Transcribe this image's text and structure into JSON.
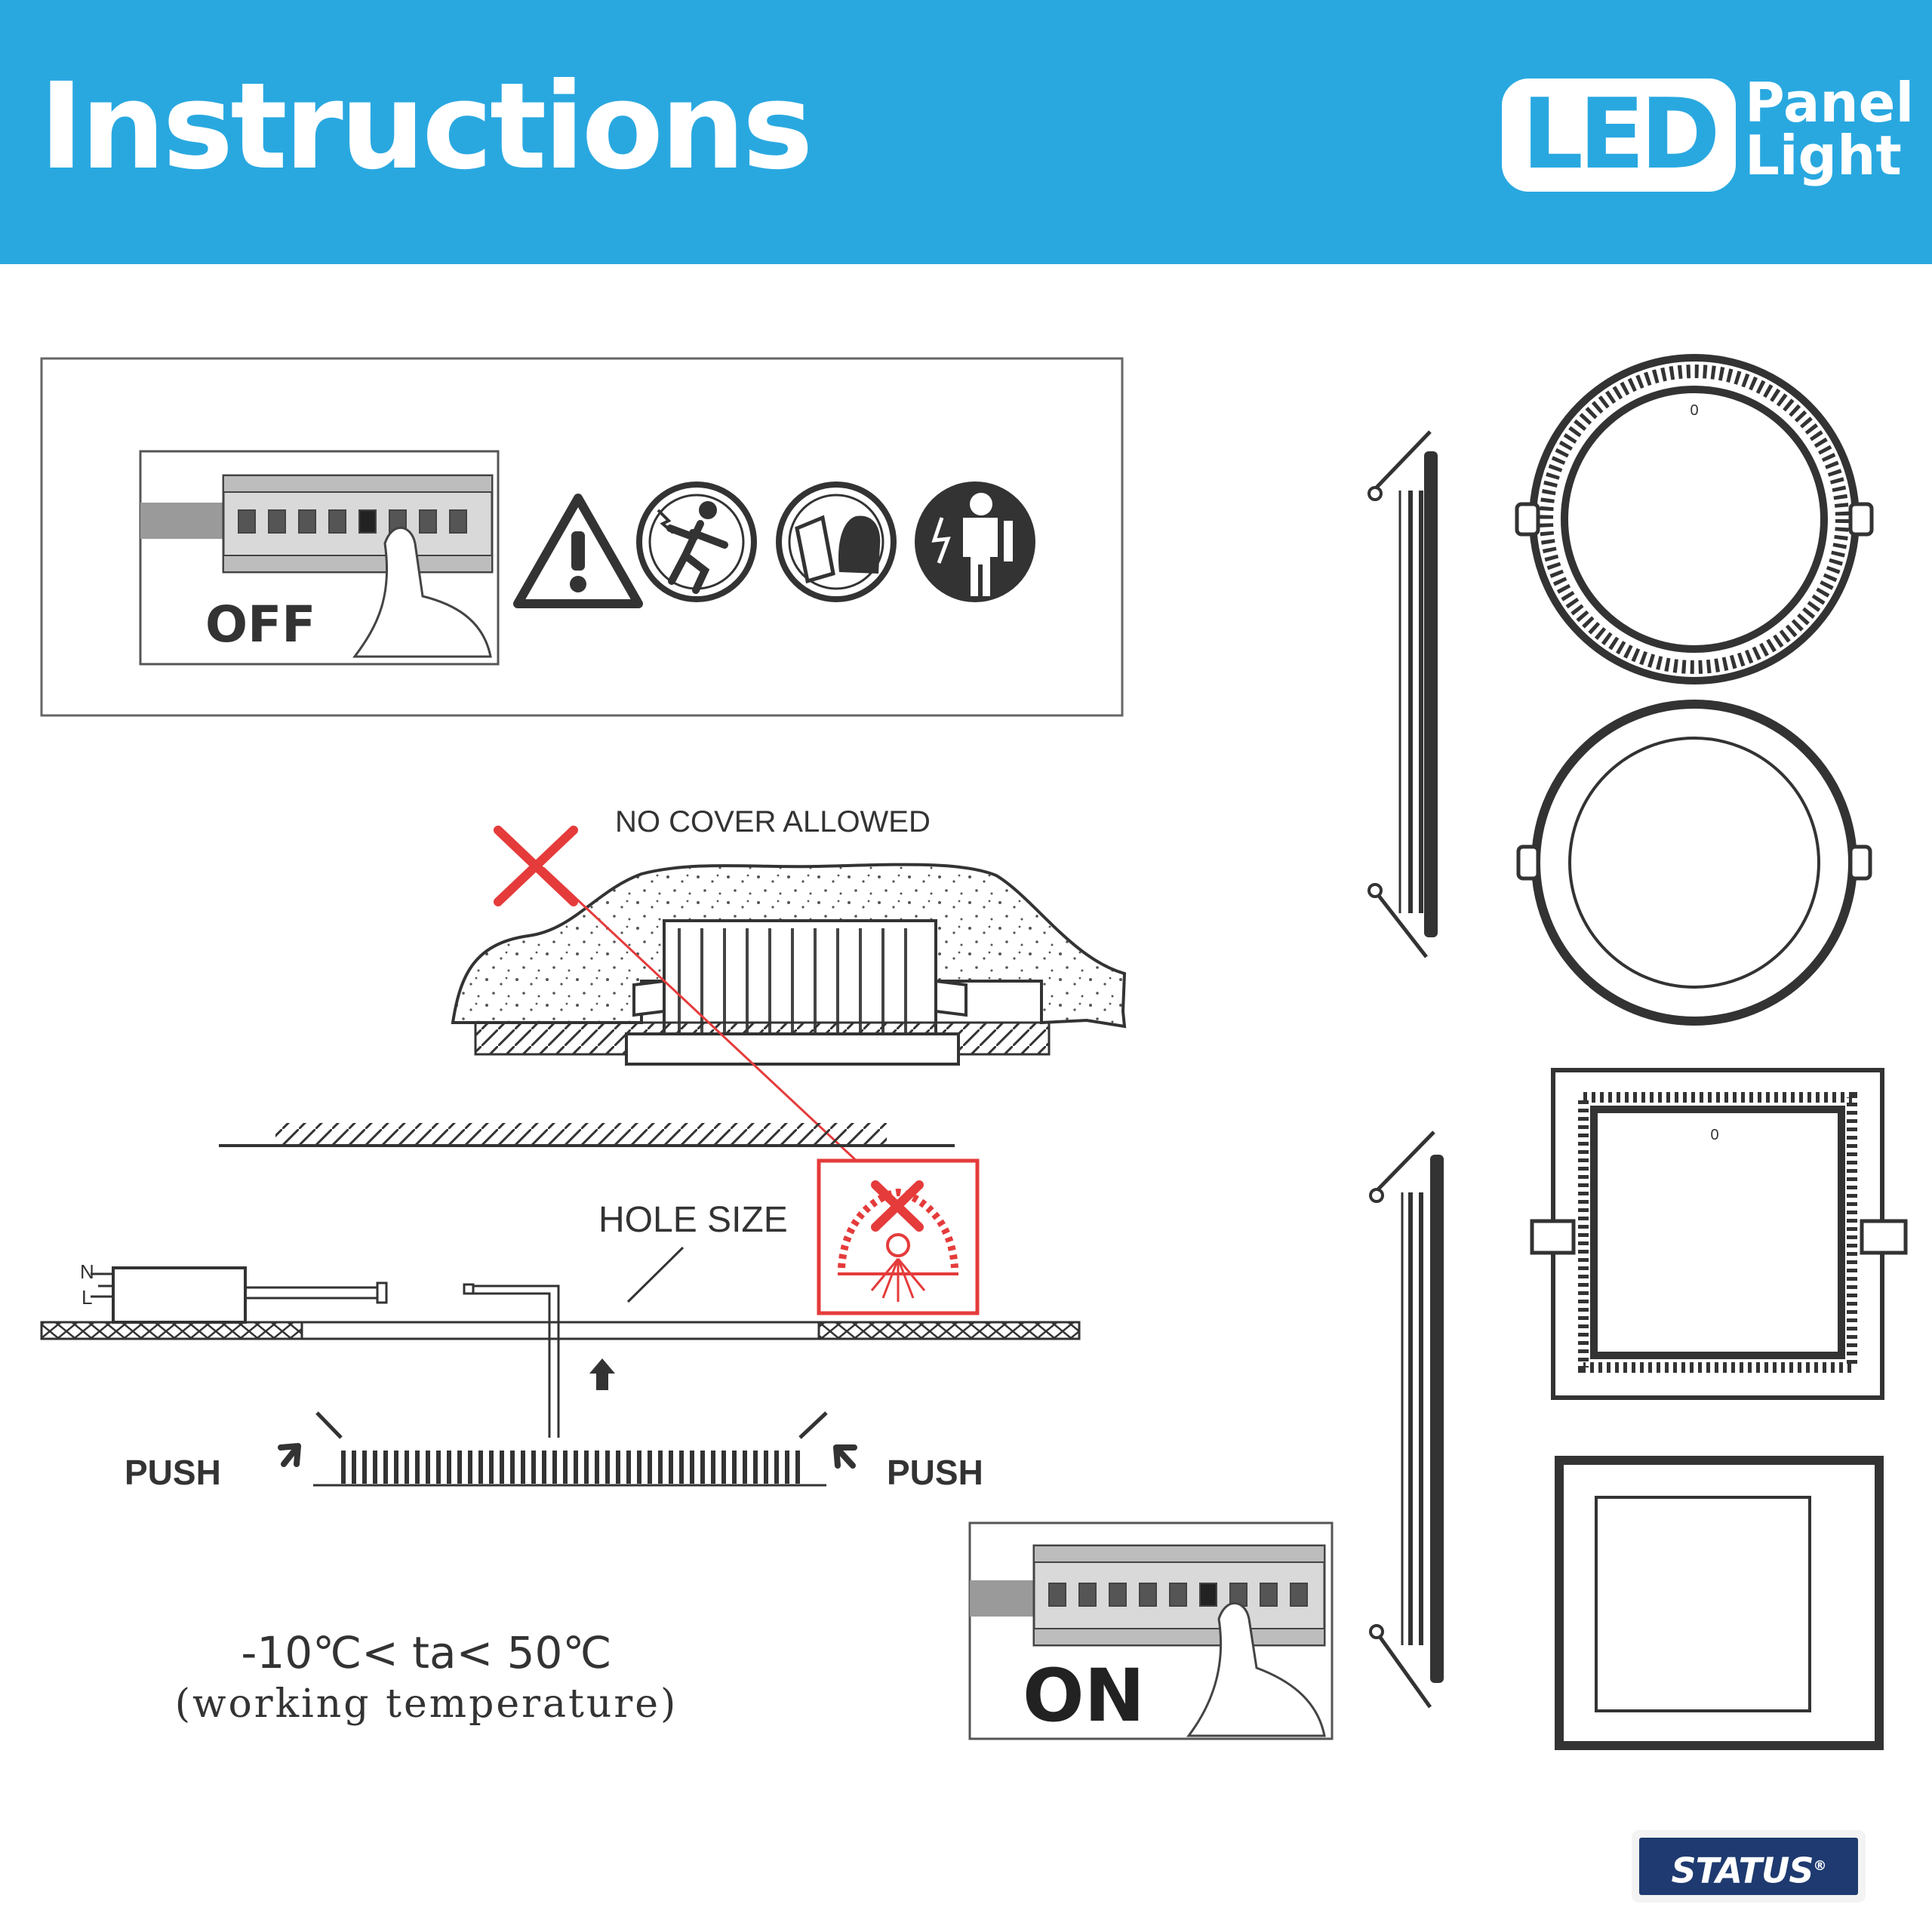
{
  "header": {
    "title": "Instructions",
    "logo_led": "LED",
    "logo_panel": "Panel",
    "logo_light": "Light"
  },
  "safety": {
    "off_label": "OFF",
    "icons": [
      "warning-triangle-icon",
      "electric-shock-icon",
      "read-manual-icon",
      "electrician-icon"
    ]
  },
  "install": {
    "no_cover_label": "NO COVER ALLOWED",
    "hole_size_label": "HOLE SIZE",
    "push_left": "PUSH",
    "push_right": "PUSH",
    "neutral_label": "N",
    "live_label": "L",
    "temperature": "-10℃< ta< 50℃",
    "temperature_note": "(working temperature)",
    "on_label": "ON"
  },
  "views": {
    "round_top_mark": "0",
    "square_top_mark": "0"
  },
  "footer": {
    "brand": "STATUS",
    "brand_mark": "®"
  },
  "colors": {
    "header_blue": "#29a8e0",
    "warning_red": "#e53b3b",
    "line_dark": "#333333",
    "brand_navy": "#1e3a70"
  }
}
